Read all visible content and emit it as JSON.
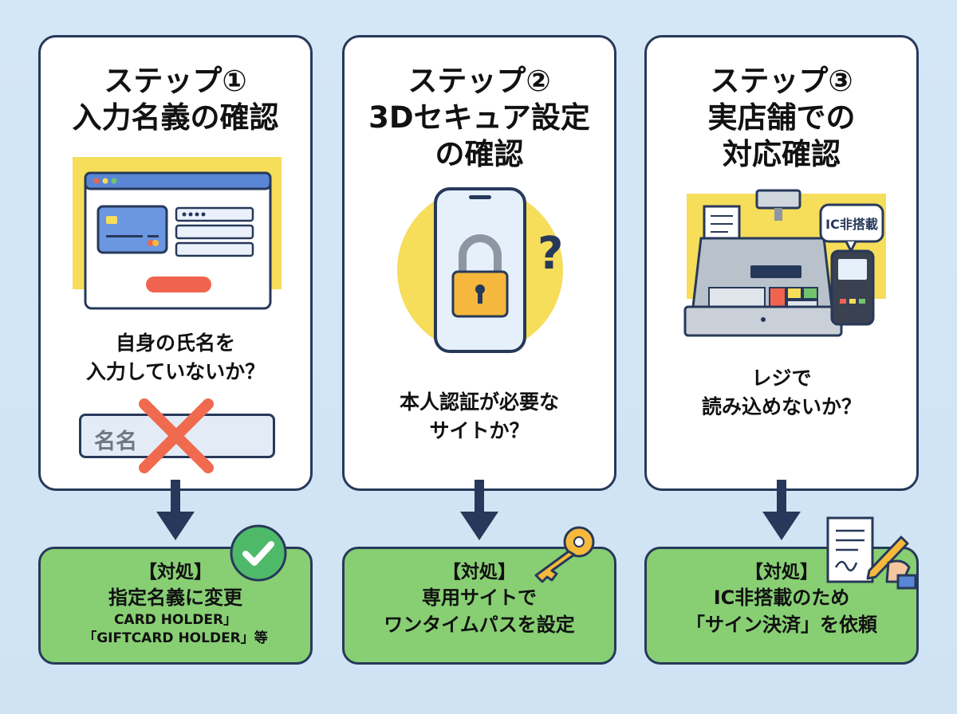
{
  "steps": [
    {
      "title": [
        "ステップ①",
        "入力名義の確認"
      ],
      "question": [
        "自身の氏名を",
        "入力していないか？"
      ],
      "name_field": "名名",
      "result": {
        "head": "【対処】",
        "lines": [
          "指定名義に変更"
        ],
        "small": [
          "CARD HOLDER」",
          "「GIFTCARD HOLDER」等"
        ]
      }
    },
    {
      "title": [
        "ステップ②",
        "3Dセキュア設定",
        "の確認"
      ],
      "question": [
        "本人認証が必要な",
        "サイトか？"
      ],
      "result": {
        "head": "【対処】",
        "lines": [
          "専用サイトで",
          "ワンタイムパスを設定"
        ]
      }
    },
    {
      "title": [
        "ステップ③",
        "実店舗での",
        "対応確認"
      ],
      "question": [
        "レジで",
        "読み込めないか？"
      ],
      "speech_label": "IC非搭載",
      "result": {
        "head": "【対処】",
        "lines": [
          "IC非搭載のため",
          "「サイン決済」を依頼"
        ]
      }
    }
  ],
  "colors": {
    "background": "#d4e7f6",
    "card_border": "#27395a",
    "result_fill": "#88cf74",
    "accent_yellow": "#f6dd5a",
    "cross_red": "#f06a4f",
    "check_green": "#4fb96a"
  }
}
